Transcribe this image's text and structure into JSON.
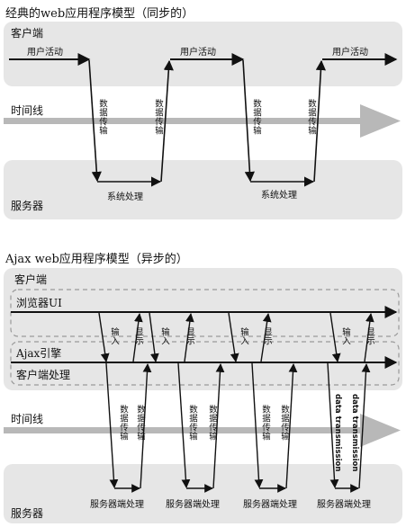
{
  "top": {
    "title": "经典的web应用程序模型（同步的）",
    "client_label": "客户端",
    "user_activity": [
      "用户活动",
      "用户活动",
      "用户活动"
    ],
    "timeline_label": "时间线",
    "data_transfer": [
      "数据传输",
      "数据传输",
      "数据传输",
      "数据传输"
    ],
    "system_process": [
      "系统处理",
      "系统处理"
    ],
    "server_label": "服务器"
  },
  "bottom": {
    "title": "Ajax web应用程序模型（异步的）",
    "client_label": "客户端",
    "browser_ui": "浏览器UI",
    "ajax_engine": "Ajax引擎",
    "client_process": "客户端处理",
    "input_labels": [
      "输入",
      "输入",
      "输入",
      "输入"
    ],
    "display_labels": [
      "显示",
      "显示",
      "显示",
      "显示"
    ],
    "timeline_label": "时间线",
    "data_transfer": [
      "数据传输",
      "数据传输",
      "数据传输",
      "数据传输",
      "数据传输",
      "数据传输"
    ],
    "data_transmission_en": [
      "data transmission",
      "data transmission"
    ],
    "server_process": [
      "服务器端处理",
      "服务器端处理",
      "服务器端处理",
      "服务器端处理"
    ],
    "server_label": "服务器"
  },
  "colors": {
    "panel": "#e6e6e6",
    "timeline_arrow": "#b8b8b8",
    "line": "#111111",
    "dashed_box": "#9a9a9a"
  }
}
